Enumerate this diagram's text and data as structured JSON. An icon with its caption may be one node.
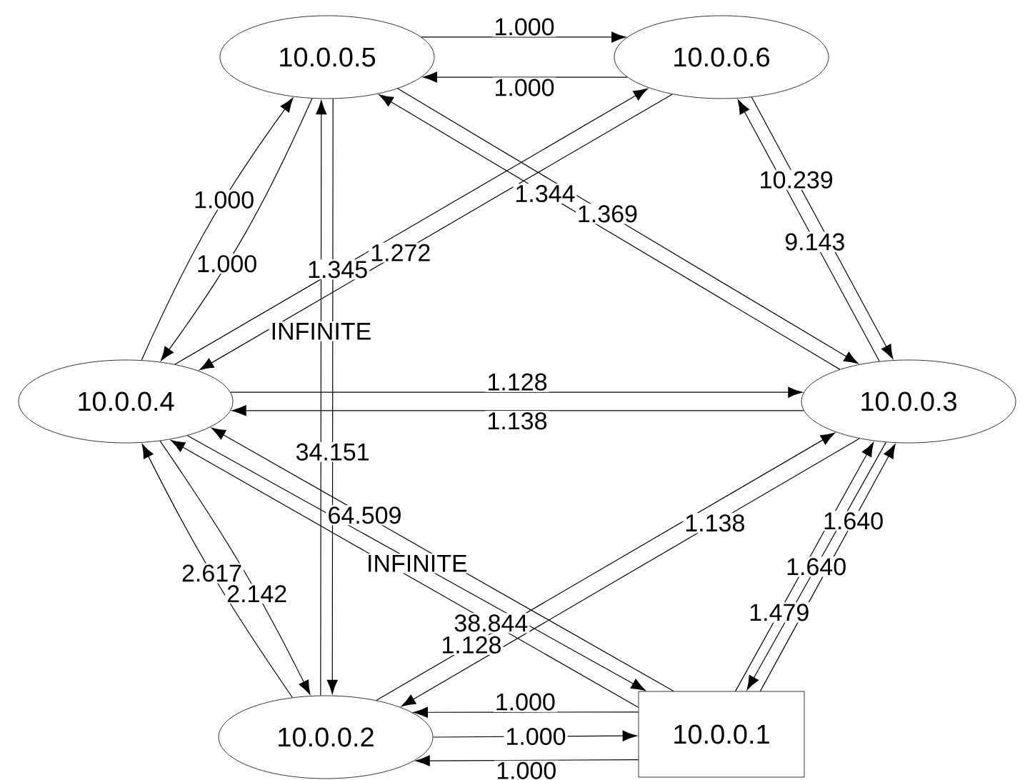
{
  "diagram": {
    "nodes": [
      {
        "text": [
          "10.0.0.5"
        ]
      },
      {
        "text": [
          "10.0.0.6"
        ]
      },
      {
        "text": [
          "10.0.0.4"
        ]
      },
      {
        "text": [
          "10.0.0.3"
        ]
      },
      {
        "text": [
          "10.0.0.2"
        ]
      },
      {
        "text": [
          "10.0.0.1"
        ]
      }
    ],
    "edges": [
      {
        "from": 0,
        "to": 1,
        "arrow": "to",
        "label": "1.000"
      },
      {
        "from": 1,
        "to": 0,
        "arrow": "to",
        "label": "1.000"
      },
      {
        "from": 2,
        "to": 0,
        "arrow": "to",
        "label": "1.000"
      },
      {
        "from": 0,
        "to": 2,
        "arrow": "to",
        "label": "1.000"
      },
      {
        "from": 2,
        "to": 1,
        "arrow": "to",
        "label": "1.345"
      },
      {
        "from": 1,
        "to": 2,
        "arrow": "to",
        "label": "1.272"
      },
      {
        "from": 0,
        "to": 3,
        "arrow": "to",
        "label": "1.369"
      },
      {
        "from": 3,
        "to": 0,
        "arrow": "to",
        "label": "1.344"
      },
      {
        "from": 1,
        "to": 3,
        "arrow": "to",
        "label": "10.239"
      },
      {
        "from": 3,
        "to": 1,
        "arrow": "to",
        "label": "9.143"
      },
      {
        "from": 2,
        "to": 3,
        "arrow": "to",
        "label": "1.128"
      },
      {
        "from": 3,
        "to": 2,
        "arrow": "to",
        "label": "1.138"
      },
      {
        "from": 4,
        "to": 0,
        "arrow": "to",
        "label": "INFINITE"
      },
      {
        "from": 0,
        "to": 4,
        "arrow": "to",
        "label": "34.151"
      },
      {
        "from": 4,
        "to": 2,
        "arrow": "to",
        "label": "2.617"
      },
      {
        "from": 2,
        "to": 4,
        "arrow": "to",
        "label": "2.142"
      },
      {
        "from": 5,
        "to": 2,
        "arrow": "to",
        "label": "38.844"
      },
      {
        "from": 2,
        "to": 5,
        "arrow": "to",
        "label": "INFINITE"
      },
      {
        "from": 5,
        "to": 2,
        "arrow": "to",
        "label": "64.509"
      },
      {
        "from": 4,
        "to": 3,
        "arrow": "to",
        "label": "1.128"
      },
      {
        "from": 3,
        "to": 4,
        "arrow": "to",
        "label": "1.138"
      },
      {
        "from": 5,
        "to": 4,
        "arrow": "to",
        "label": "1.000"
      },
      {
        "from": 4,
        "to": 5,
        "arrow": "to",
        "label": "1.000"
      },
      {
        "from": 5,
        "to": 4,
        "arrow": "to",
        "label": "1.000"
      },
      {
        "from": 5,
        "to": 3,
        "arrow": "to",
        "label": "1.479"
      },
      {
        "from": 3,
        "to": 5,
        "arrow": "to",
        "label": "1.640"
      },
      {
        "from": 5,
        "to": 3,
        "arrow": "to",
        "label": "1.640"
      }
    ]
  }
}
